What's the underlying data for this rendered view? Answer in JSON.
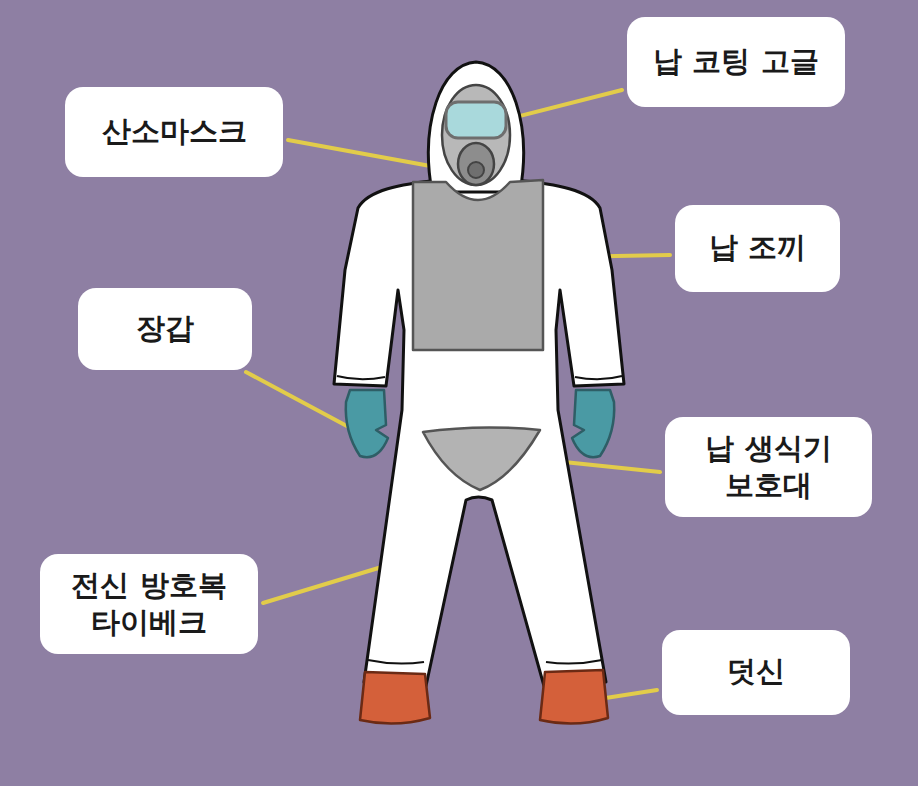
{
  "diagram": {
    "nodes": [
      {
        "text": [
          "납 코팅 고글"
        ]
      },
      {
        "text": [
          "산소마스크"
        ]
      },
      {
        "text": [
          "납 조끼"
        ]
      },
      {
        "text": [
          "장갑"
        ]
      },
      {
        "text": [
          "납 생식기 보호대"
        ]
      },
      {
        "text": [
          "전신 방호복 타이베크"
        ]
      },
      {
        "text": [
          "덧신"
        ]
      }
    ]
  }
}
